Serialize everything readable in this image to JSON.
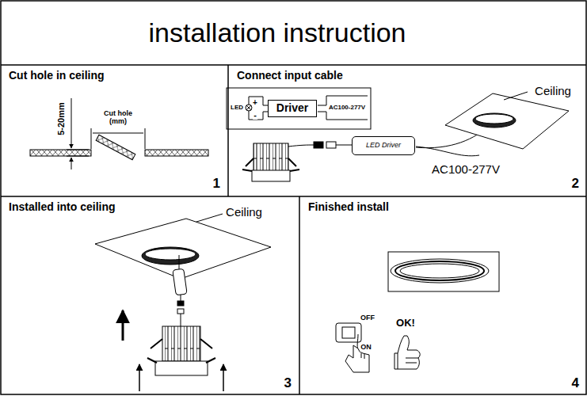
{
  "diagram": {
    "title": "installation instruction",
    "nodes": [
      {
        "text": [
          "Cut hole in ceiling",
          "1"
        ]
      },
      {
        "text": [
          "Connect input cable",
          "2"
        ]
      },
      {
        "text": [
          "Driver"
        ],
        "in": 1
      },
      {
        "text": [
          "LED Driver"
        ],
        "in": 1
      },
      {
        "text": [
          "Installed into ceiling",
          "3"
        ]
      },
      {
        "text": [
          "Finished install",
          "4"
        ]
      }
    ],
    "labels": [
      "5-20mm",
      "Cut hole (mm)",
      "LED",
      "+",
      "-",
      "AC100-277V",
      "Ceiling",
      "AC100-277V",
      "Ceiling",
      "OFF",
      "ON",
      "OK!"
    ]
  }
}
